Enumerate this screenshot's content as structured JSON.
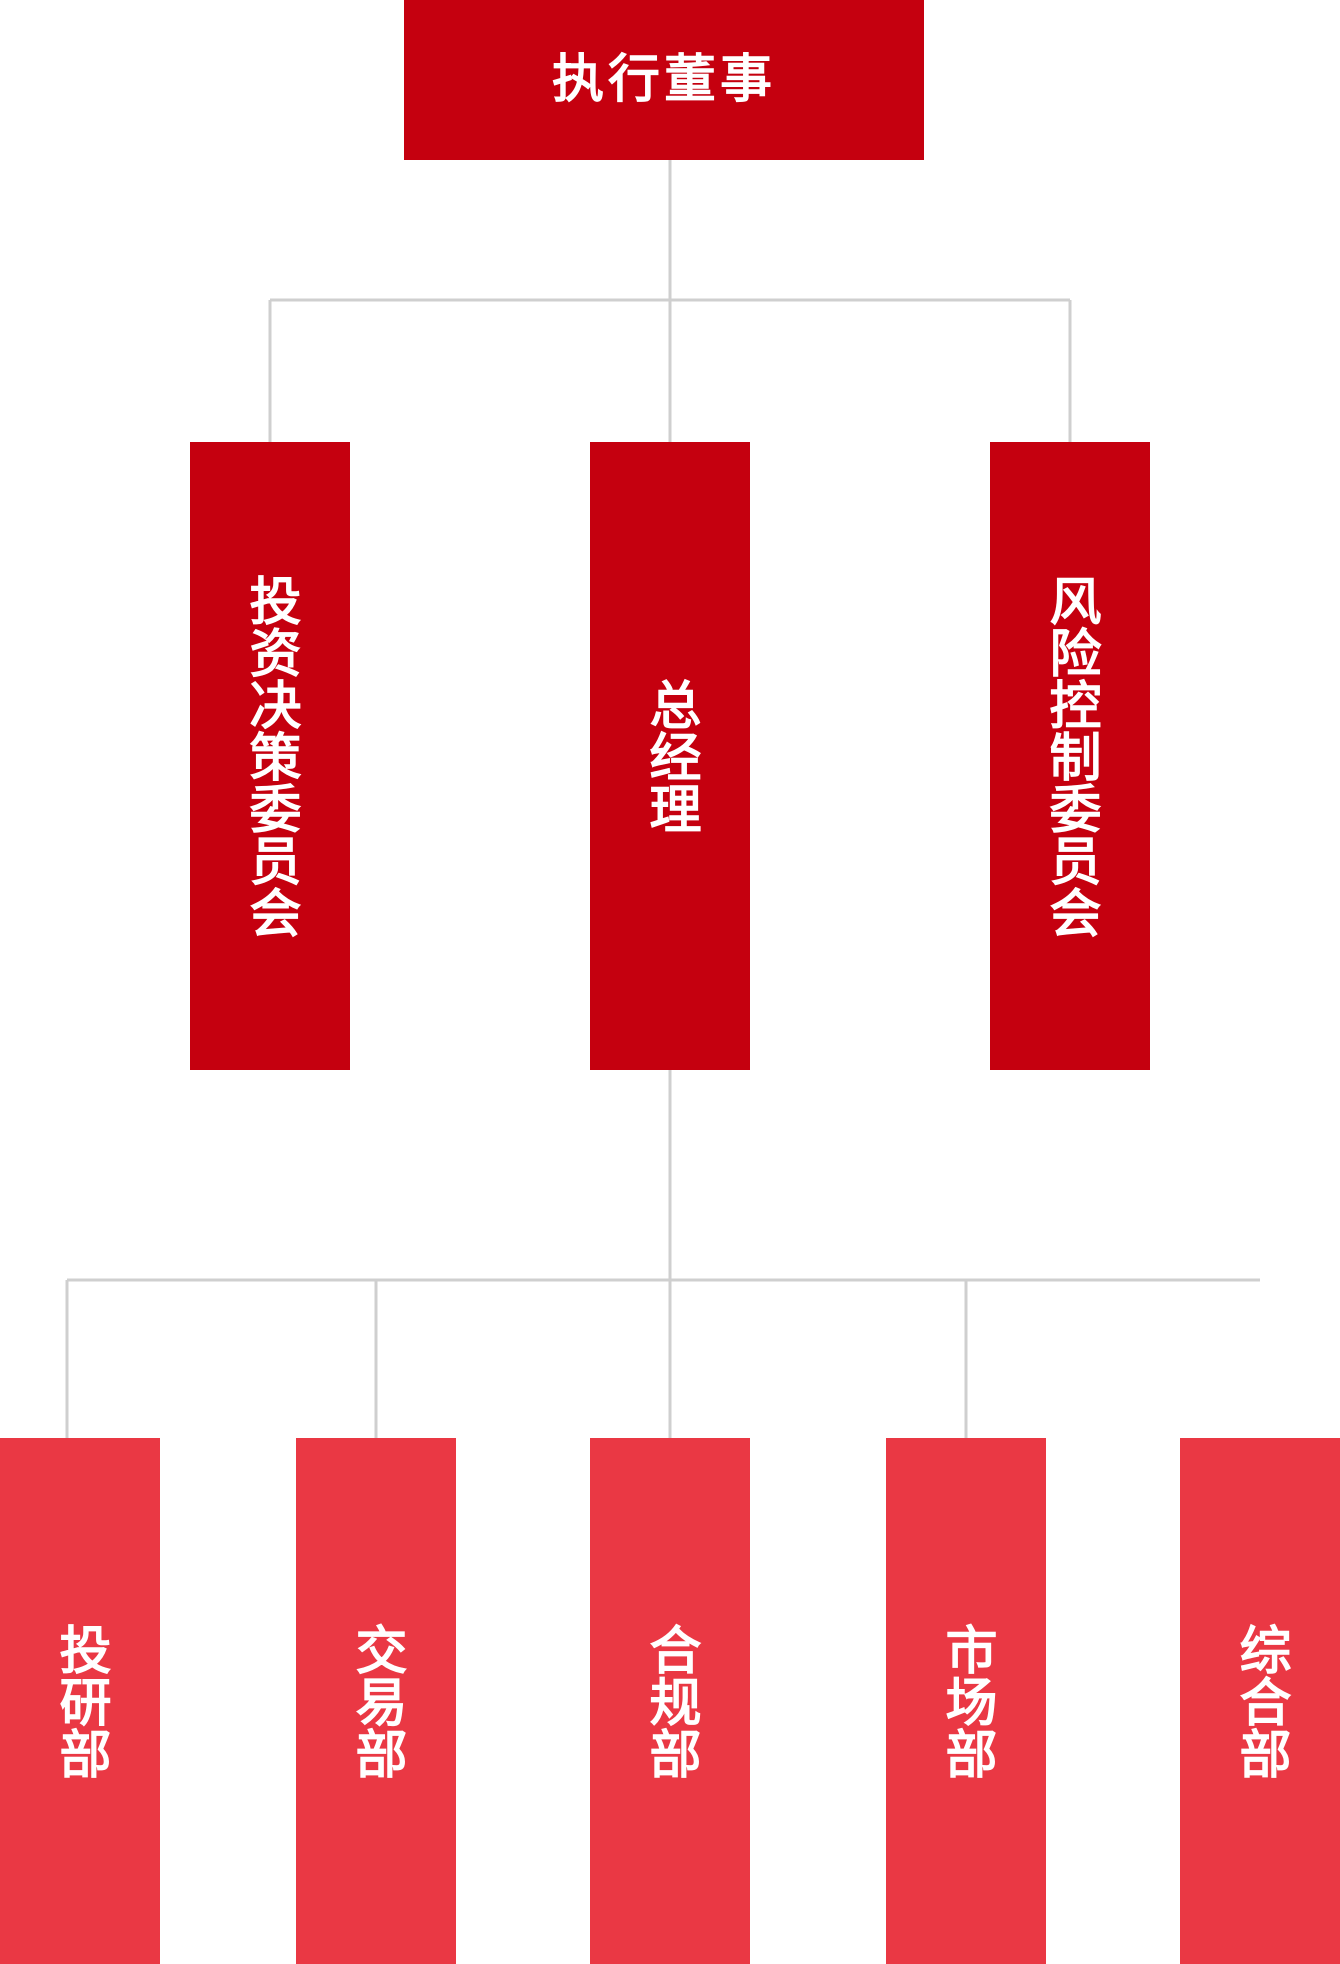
{
  "org_chart": {
    "root": {
      "label": "执行董事"
    },
    "committees": [
      {
        "label": "投资决策委员会"
      },
      {
        "label": "总经理"
      },
      {
        "label": "风险控制委员会"
      }
    ],
    "departments": [
      {
        "label": "投研部"
      },
      {
        "label": "交易部"
      },
      {
        "label": "合规部"
      },
      {
        "label": "市场部"
      },
      {
        "label": "综合部"
      }
    ]
  },
  "colors": {
    "dark_red": "#c5000f",
    "light_red": "#ea3844",
    "line": "#cfcfcf"
  }
}
